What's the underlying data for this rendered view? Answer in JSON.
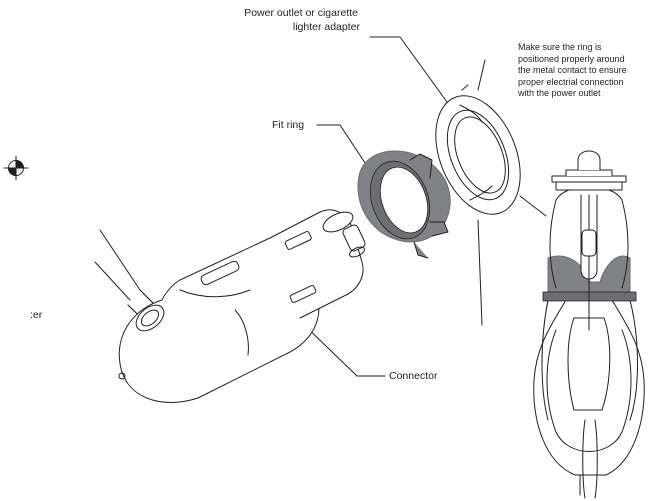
{
  "labels": {
    "adapter_line1": "Power outlet or cigarette",
    "adapter_line2": "lighter adapter",
    "fit_ring": "Fit ring",
    "connector": "Connector",
    "edge_fragment": ":er",
    "note_lines": [
      "Make sure the ring is",
      "positioned properly around",
      "the metal contact to ensure",
      "proper electrial connection",
      "with the power outlet"
    ]
  },
  "colors": {
    "line": "#231f20",
    "ring_gray": "#808285",
    "ring_dark": "#6d6e71",
    "fill_white": "#ffffff"
  },
  "icons": {
    "registration_mark": "registration-mark-icon"
  }
}
